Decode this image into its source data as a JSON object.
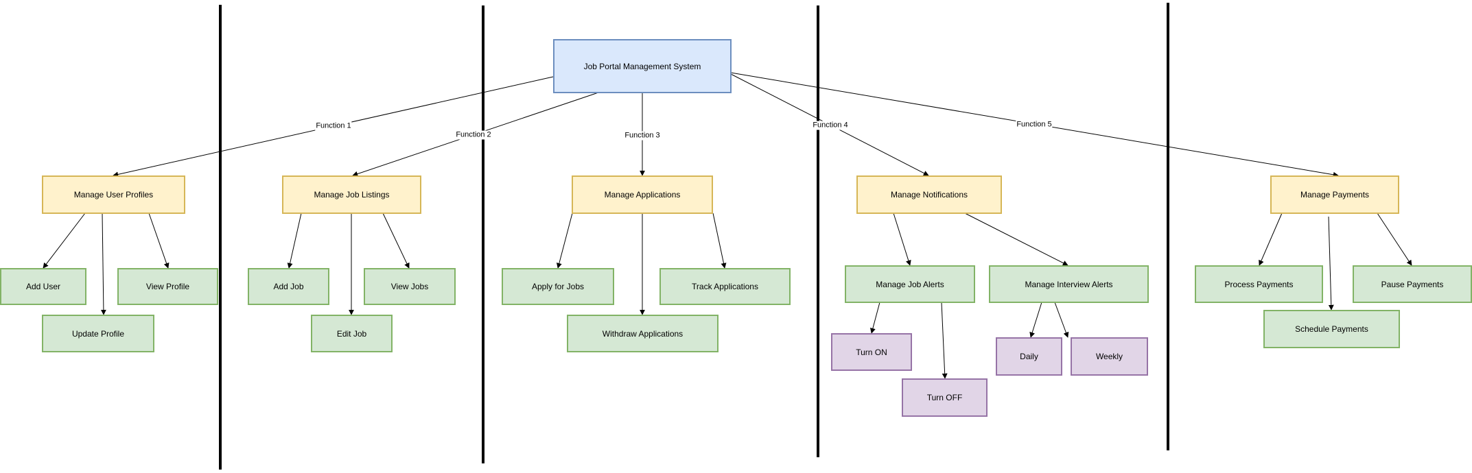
{
  "root": "Job Portal Management System",
  "edge_labels": {
    "f1": "Function 1",
    "f2": "Function 2",
    "f3": "Function 3",
    "f4": "Function 4",
    "f5": "Function 5"
  },
  "functions": {
    "user_profiles": "Manage User Profiles",
    "job_listings": "Manage Job Listings",
    "applications": "Manage Applications",
    "notifications": "Manage Notifications",
    "payments": "Manage Payments"
  },
  "user_profiles": {
    "add": "Add User",
    "view": "View Profile",
    "update": "Update Profile"
  },
  "job_listings": {
    "add": "Add Job",
    "view": "View Jobs",
    "edit": "Edit Job"
  },
  "applications": {
    "apply": "Apply for Jobs",
    "track": "Track Applications",
    "withdraw": "Withdraw Applications"
  },
  "notifications": {
    "job_alerts": "Manage Job Alerts",
    "interview_alerts": "Manage Interview Alerts",
    "turn_on": "Turn ON",
    "turn_off": "Turn OFF",
    "daily": "Daily",
    "weekly": "Weekly"
  },
  "payments": {
    "process": "Process Payments",
    "pause": "Pause Payments",
    "schedule": "Schedule Payments"
  },
  "colors": {
    "root_fill": "#dae8fc",
    "root_stroke": "#6c8ebf",
    "function_fill": "#fff2cc",
    "function_stroke": "#d6b656",
    "sub_fill": "#d5e8d4",
    "sub_stroke": "#82b366",
    "leaf_fill": "#e1d5e7",
    "leaf_stroke": "#9673a6"
  }
}
